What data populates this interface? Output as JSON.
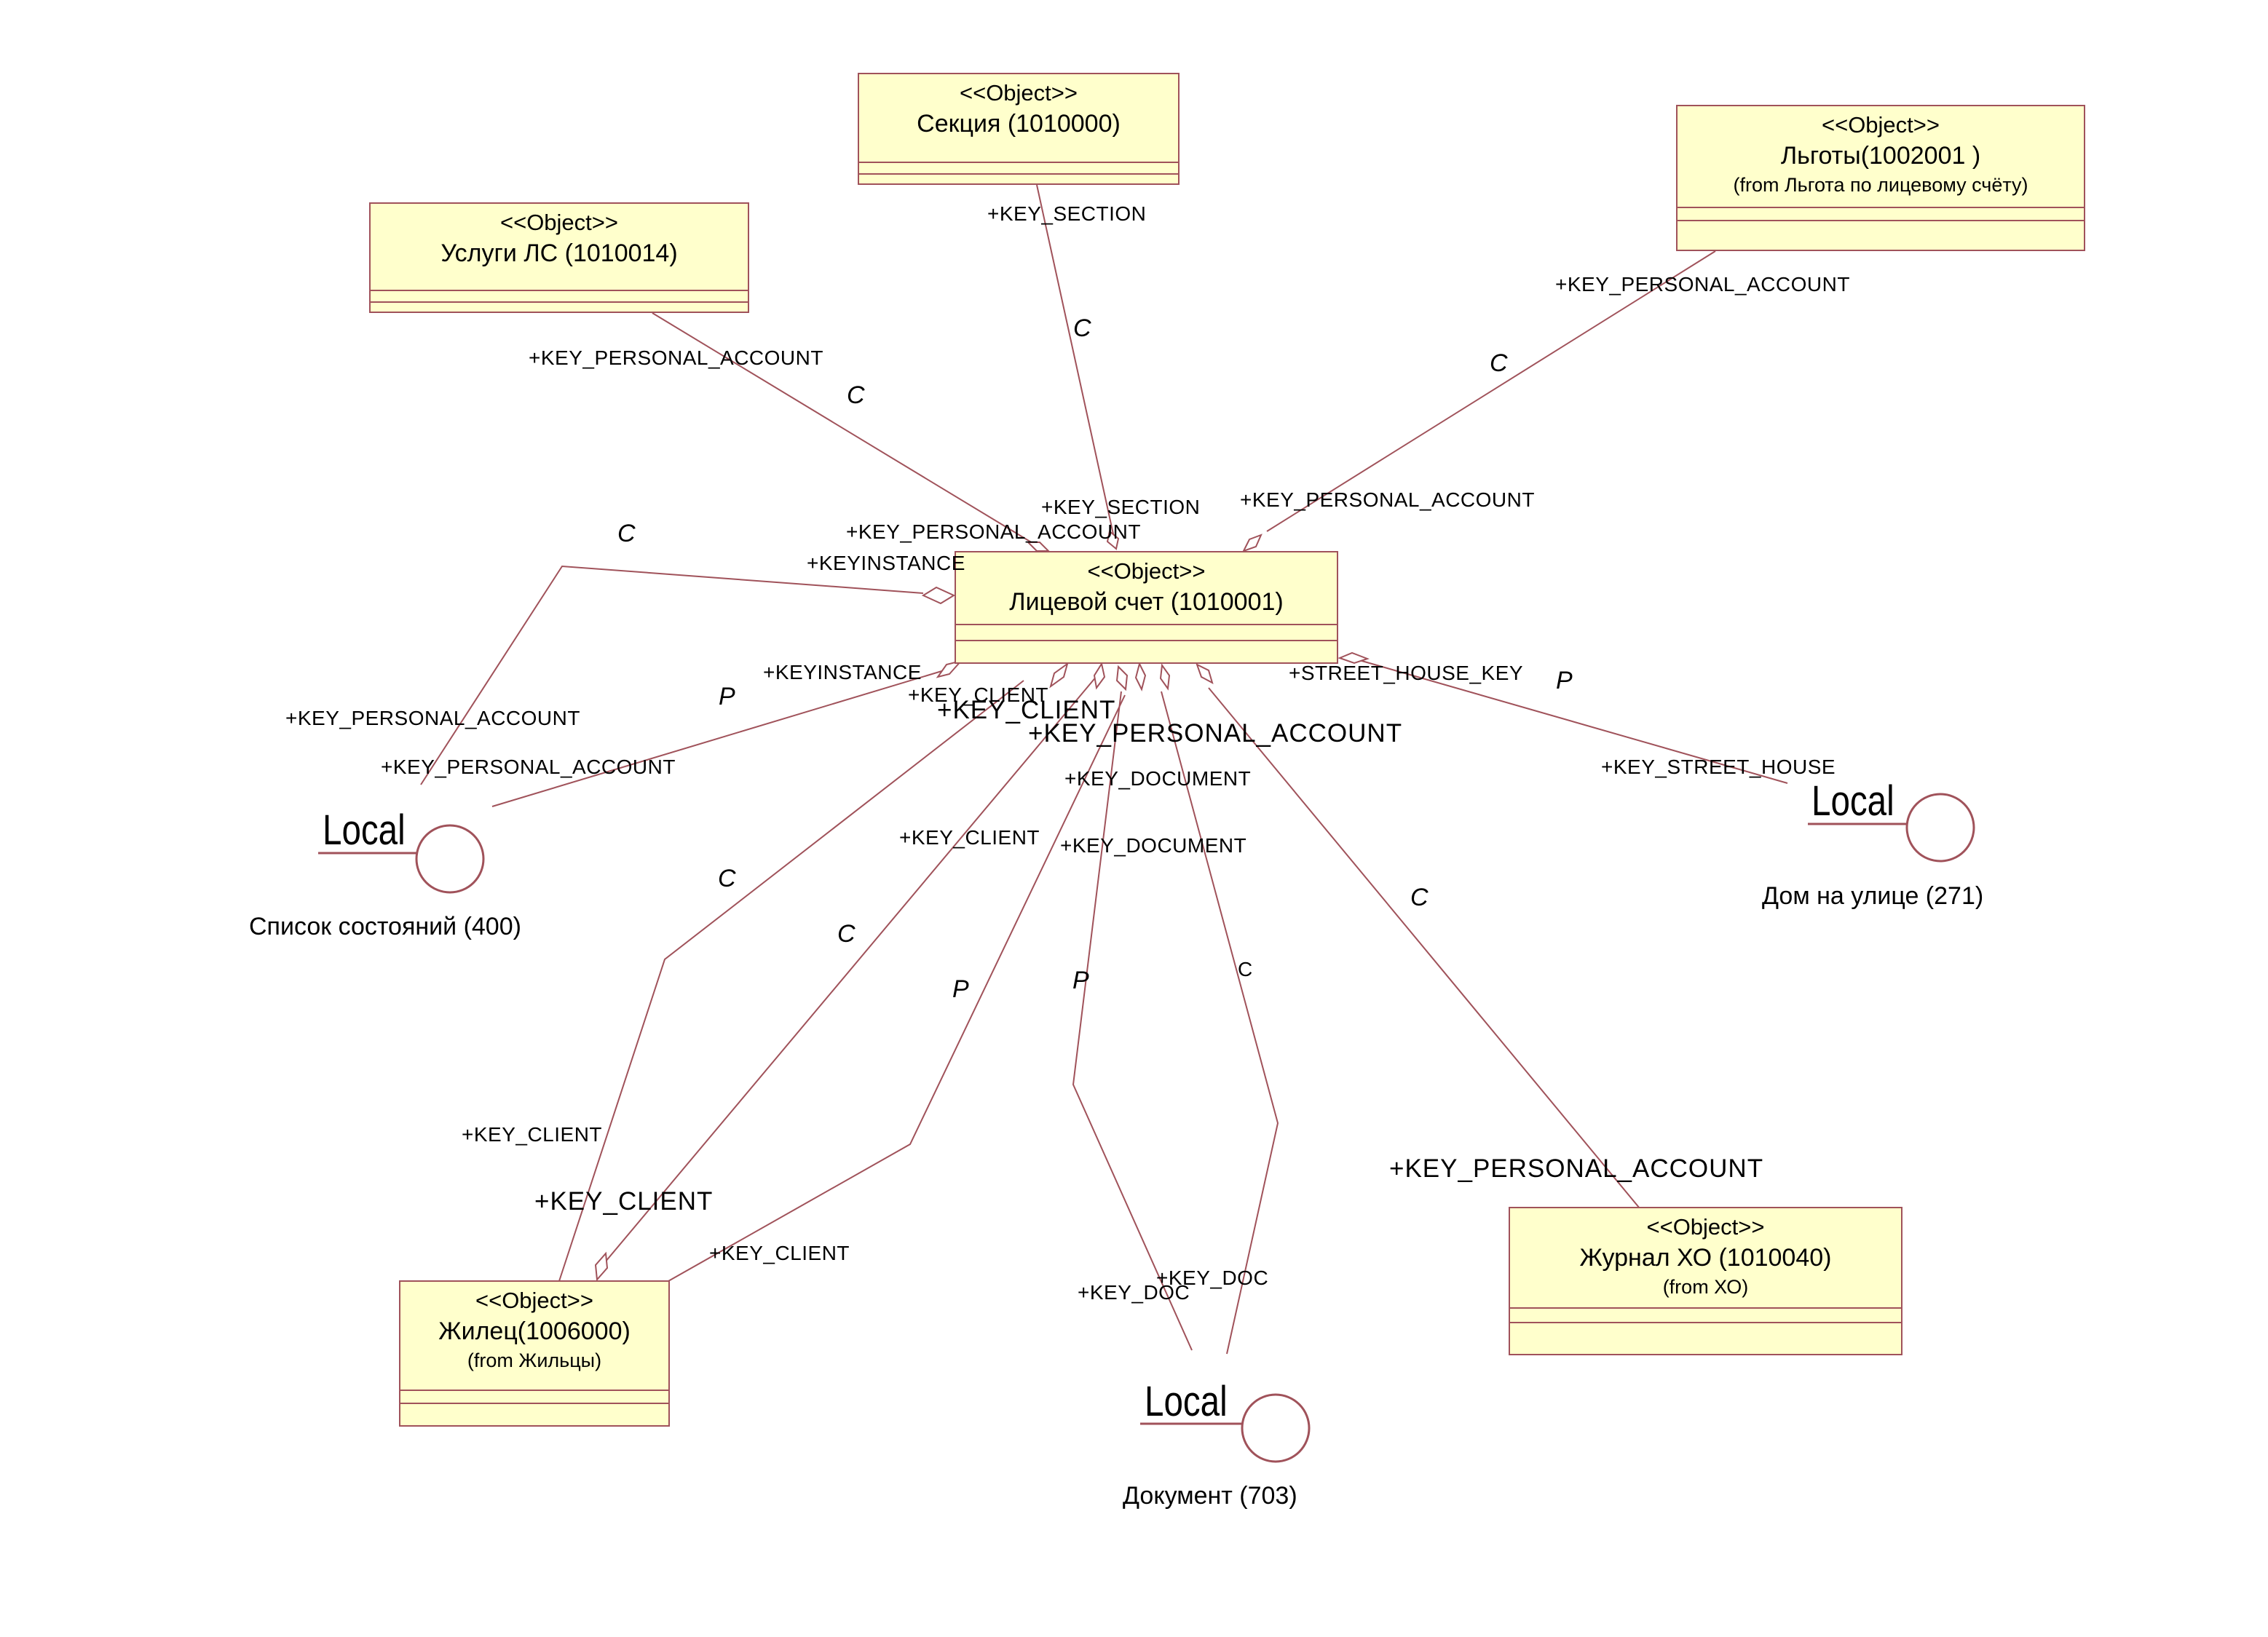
{
  "objects": [
    {
      "id": "section",
      "stereotype": "<<Object>>",
      "name": "Секция (1010000)",
      "from": ""
    },
    {
      "id": "services",
      "stereotype": "<<Object>>",
      "name": "Услуги ЛС (1010014)",
      "from": ""
    },
    {
      "id": "benefits",
      "stereotype": "<<Object>>",
      "name": "Льготы(1002001 )",
      "from": "(from Льгота по лицевому счёту)"
    },
    {
      "id": "account",
      "stereotype": "<<Object>>",
      "name": "Лицевой счет (1010001)",
      "from": ""
    },
    {
      "id": "resident",
      "stereotype": "<<Object>>",
      "name": "Жилец(1006000)",
      "from": "(from Жильцы)"
    },
    {
      "id": "journal",
      "stereotype": "<<Object>>",
      "name": "Журнал ХО (1010040)",
      "from": "(from ХО)"
    }
  ],
  "interfaces": [
    {
      "id": "states",
      "keyword": "Local",
      "caption": "Список состояний (400)"
    },
    {
      "id": "house",
      "keyword": "Local",
      "caption": "Дом на улице (271)"
    },
    {
      "id": "document",
      "keyword": "Local",
      "caption": "Документ (703)"
    }
  ],
  "roles": {
    "section_top": "+KEY_SECTION",
    "section_bottom": "+KEY_SECTION",
    "services_top": "+KEY_PERSONAL_ACCOUNT",
    "services_bottom": "+KEY_PERSONAL_ACCOUNT",
    "benefits_top": "+KEY_PERSONAL_ACCOUNT",
    "benefits_bottom": "+KEY_PERSONAL_ACCOUNT",
    "keyinstance_1": "+KEYINSTANCE",
    "keyinstance_2": "+KEYINSTANCE",
    "states_pa_1": "+KEY_PERSONAL_ACCOUNT",
    "states_pa_2": "+KEY_PERSONAL_ACCOUNT",
    "client_small_top": "+KEY_CLIENT",
    "client_big_top": "+KEY_CLIENT",
    "pa_big_center": "+KEY_PERSONAL_ACCOUNT",
    "street_house_key": "+STREET_HOUSE_KEY",
    "key_street_house": "+KEY_STREET_HOUSE",
    "key_document_1": "+KEY_DOCUMENT",
    "key_document_2": "+KEY_DOCUMENT",
    "key_client_mid": "+KEY_CLIENT",
    "key_client_left": "+KEY_CLIENT",
    "key_client_big_bottom": "+KEY_CLIENT",
    "key_client_right": "+KEY_CLIENT",
    "key_doc_1": "+KEY_DOC",
    "key_doc_2": "+KEY_DOC",
    "journal_pa": "+KEY_PERSONAL_ACCOUNT"
  },
  "multiplicities": {
    "section": "C",
    "services": "C",
    "benefits": "C",
    "states_c": "C",
    "states_p": "P",
    "house_p": "P",
    "resident_c1": "C",
    "resident_c2": "C",
    "resident_p": "P",
    "document_p": "P",
    "document_c": "C",
    "journal_c": "C"
  },
  "colors": {
    "box_fill": "#ffffcc",
    "line": "#a0525a",
    "text": "#000000"
  }
}
